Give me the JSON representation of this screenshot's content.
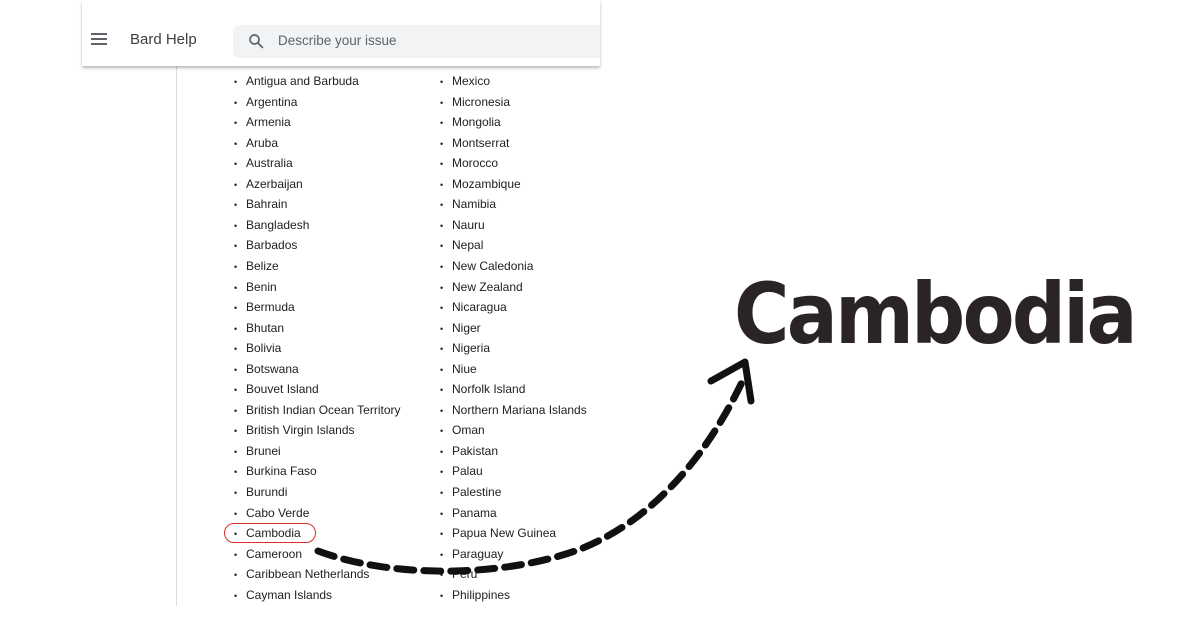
{
  "header": {
    "app_title": "Bard Help",
    "menu_icon": "hamburger-menu-icon",
    "search": {
      "icon": "search-icon",
      "placeholder": "Describe your issue"
    }
  },
  "countries": {
    "left_column": [
      "Antigua and Barbuda",
      "Argentina",
      "Armenia",
      "Aruba",
      "Australia",
      "Azerbaijan",
      "Bahrain",
      "Bangladesh",
      "Barbados",
      "Belize",
      "Benin",
      "Bermuda",
      "Bhutan",
      "Bolivia",
      "Botswana",
      "Bouvet Island",
      "British Indian Ocean Territory",
      "British Virgin Islands",
      "Brunei",
      "Burkina Faso",
      "Burundi",
      "Cabo Verde",
      "Cambodia",
      "Cameroon",
      "Caribbean Netherlands",
      "Cayman Islands"
    ],
    "right_column": [
      "Mexico",
      "Micronesia",
      "Mongolia",
      "Montserrat",
      "Morocco",
      "Mozambique",
      "Namibia",
      "Nauru",
      "Nepal",
      "New Caledonia",
      "New Zealand",
      "Nicaragua",
      "Niger",
      "Nigeria",
      "Niue",
      "Norfolk Island",
      "Northern Mariana Islands",
      "Oman",
      "Pakistan",
      "Palau",
      "Palestine",
      "Panama",
      "Papua New Guinea",
      "Paraguay",
      "Peru",
      "Philippines"
    ],
    "highlighted": "Cambodia"
  },
  "annotation": {
    "label": "Cambodia",
    "label_color": "#2b2424",
    "highlight_color": "#d93025",
    "arrow_color": "#111111"
  }
}
